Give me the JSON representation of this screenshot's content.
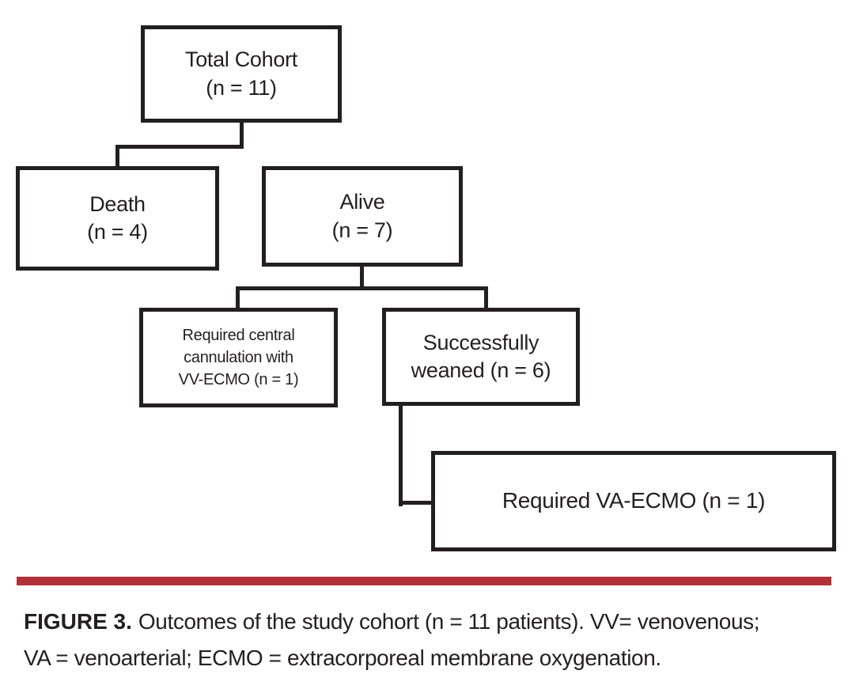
{
  "figure": {
    "nodes": {
      "total_cohort": {
        "lines": [
          "Total Cohort",
          "(n = 11)"
        ]
      },
      "death": {
        "lines": [
          "Death",
          "(n = 4)"
        ]
      },
      "alive": {
        "lines": [
          "Alive",
          "(n = 7)"
        ]
      },
      "central_cannulation": {
        "lines": [
          "Required central",
          "cannulation with",
          "VV-ECMO (n = 1)"
        ]
      },
      "weaned": {
        "lines": [
          "Successfully",
          "weaned (n = 6)"
        ]
      },
      "va_ecmo": {
        "lines": [
          "Required VA-ECMO (n = 1)"
        ]
      }
    },
    "edges": [
      {
        "from": "total_cohort",
        "to": "death"
      },
      {
        "from": "total_cohort",
        "to": "alive"
      },
      {
        "from": "alive",
        "to": "central_cannulation"
      },
      {
        "from": "alive",
        "to": "weaned"
      },
      {
        "from": "weaned",
        "to": "va_ecmo"
      }
    ]
  },
  "caption": {
    "label": "FIGURE 3.",
    "line1": "Outcomes of the study cohort (n = 11 patients). VV= venovenous;",
    "line2": "VA = venoarterial; ECMO = extracorporeal membrane oxygenation."
  },
  "colors": {
    "divider_red": "#b13239",
    "line_black": "#231f20"
  }
}
